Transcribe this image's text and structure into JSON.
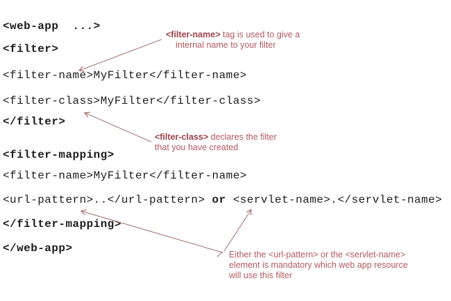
{
  "title": "web.xml filter configuration annotated diagram",
  "colors": {
    "background": "#ffffff",
    "code_text": "#1c1c1c",
    "annotation_text": "#b4595e",
    "annotation_tag_bold": "#9d4348",
    "arrow": "#a87173"
  },
  "code": {
    "web_app_open": "<web-app  ...>",
    "filter_open": "<filter>",
    "filter_name_1": "<filter-name>MyFilter</filter-name>",
    "filter_class": "<filter-class>MyFilter</filter-class>",
    "filter_close": "</filter>",
    "filter_mapping_open": "<filter-mapping>",
    "filter_name_2": "<filter-name>MyFilter</filter-name>",
    "url_pattern_part": "<url-pattern>..</url-pattern> ",
    "or_word": "or",
    "servlet_name_part": " <servlet-name>.</servlet-name>",
    "filter_mapping_close": "</filter-mapping>",
    "web_app_close": "</web-app>"
  },
  "annotations": {
    "filter_name": {
      "tag": "<filter-name>",
      "rest": " tag is used to give a",
      "line2": "internal name to your filter"
    },
    "filter_class": {
      "tag": "<filter-class>",
      "rest": " declares the filter",
      "line2": "that you have created"
    },
    "mapping": {
      "line1": "Either the <url-pattern> or the <servlet-name>",
      "line2": "element is mandatory which web app resource",
      "line3": "will use this filter"
    }
  }
}
